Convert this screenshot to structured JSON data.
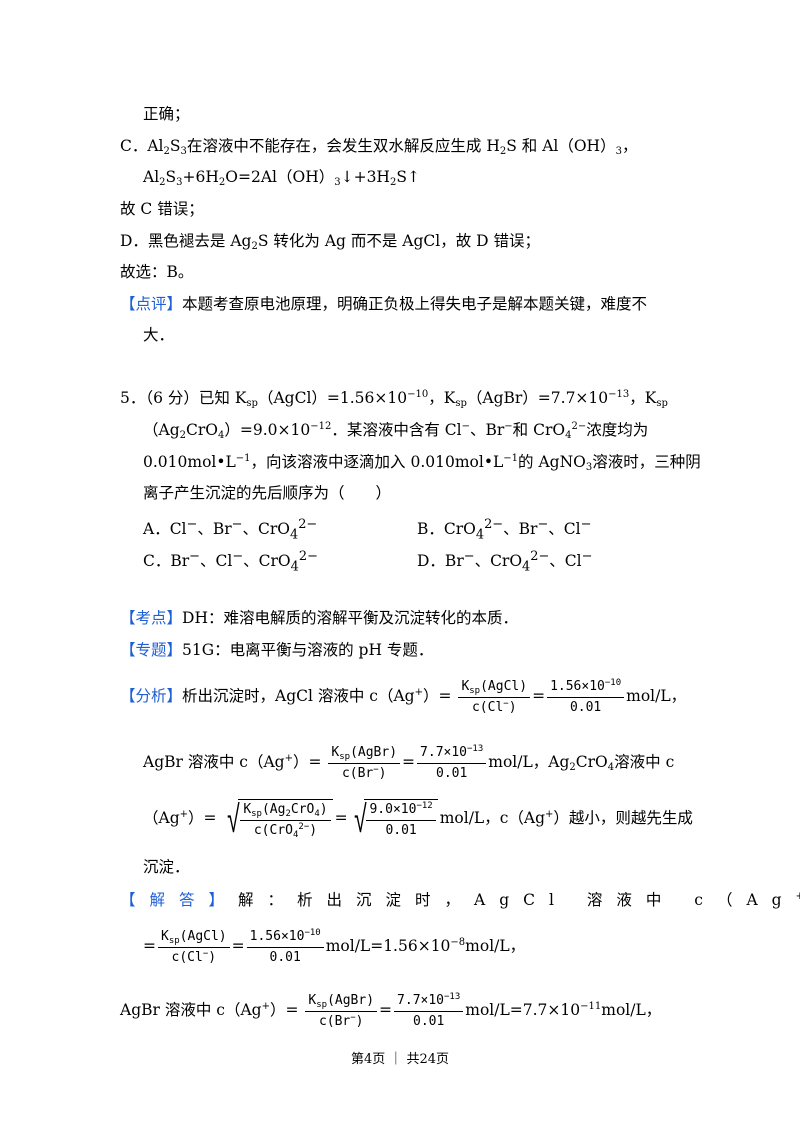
{
  "lines": {
    "l1": "正确；",
    "l2_a": "C．Al",
    "l2_b": "2",
    "l2_c": "S",
    "l2_d": "3",
    "l2_e": "在溶液中不能存在，会发生双水解反应生成 H",
    "l2_f": "2",
    "l2_g": "S 和 Al（OH）",
    "l2_h": "3",
    "l2_i": "，",
    "l3_a": "Al",
    "l3_b": "2",
    "l3_c": "S",
    "l3_d": "3",
    "l3_e": "+6H",
    "l3_f": "2",
    "l3_g": "O=2Al（OH）",
    "l3_h": "3",
    "l3_i": "↓+3H",
    "l3_j": "2",
    "l3_k": "S↑",
    "l4": "故 C 错误；",
    "l5_a": "D．黑色褪去是 Ag",
    "l5_b": "2",
    "l5_c": "S 转化为 Ag 而不是 AgCl，故 D 错误；",
    "l6": "故选：B。",
    "l7_tag": "【点评】",
    "l7_text": "本题考查原电池原理，明确正负极上得失电子是解本题关键，难度不",
    "l8": "大．"
  },
  "question": {
    "q1_a": "5．（6 分）已知 K",
    "q1_b": "sp",
    "q1_c": "（AgCl）=1.56×10",
    "q1_d": "−10",
    "q1_e": "，K",
    "q1_f": "sp",
    "q1_g": "（AgBr）=7.7×10",
    "q1_h": "−13",
    "q1_i": "，K",
    "q1_j": "sp",
    "q2_a": "（Ag",
    "q2_b": "2",
    "q2_c": "CrO",
    "q2_d": "4",
    "q2_e": "）=9.0×10",
    "q2_f": "−12",
    "q2_g": "．某溶液中含有 Cl",
    "q2_h": "−",
    "q2_i": "、Br",
    "q2_j": "−",
    "q2_k": "和 CrO",
    "q2_l": "4",
    "q2_m": "2−",
    "q2_n": "浓度均为",
    "q3_a": "0.010mol•L",
    "q3_b": "−1",
    "q3_c": "，向该溶液中逐滴加入 0.010mol•L",
    "q3_d": "−1",
    "q3_e": "的 AgNO",
    "q3_f": "3",
    "q3_g": "溶液时，三种阴",
    "q4": "离子产生沉淀的先后顺序为（　　）",
    "optA_a": "A．Cl",
    "optA_b": "−",
    "optA_c": "、Br",
    "optA_d": "−",
    "optA_e": "、CrO",
    "optA_f": "4",
    "optA_g": "2−",
    "optB_a": "B．CrO",
    "optB_b": "4",
    "optB_c": "2−",
    "optB_d": "、Br",
    "optB_e": "−",
    "optB_f": "、Cl",
    "optB_g": "−",
    "optC_a": "C．Br",
    "optC_b": "−",
    "optC_c": "、Cl",
    "optC_d": "−",
    "optC_e": "、CrO",
    "optC_f": "4",
    "optC_g": "2−",
    "optD_a": "D．Br",
    "optD_b": "−",
    "optD_c": "、CrO",
    "optD_d": "4",
    "optD_e": "2−",
    "optD_f": "、Cl",
    "optD_g": "−"
  },
  "analysis": {
    "kaodian_tag": "【考点】",
    "kaodian_text": "DH：难溶电解质的溶解平衡及沉淀转化的本质．",
    "zhuanti_tag": "【专题】",
    "zhuanti_text": "51G：电离平衡与溶液的 pH 专题．",
    "fenxi_tag": "【分析】",
    "fenxi_a": "析出沉淀时，AgCl 溶液中 c（Ag",
    "fenxi_b": "+",
    "fenxi_c": "）=",
    "f1_num_a": "K",
    "f1_num_b": "sp",
    "f1_num_c": "(AgCl)",
    "f1_den_a": "c(Cl",
    "f1_den_b": "−",
    "f1_den_c": ")",
    "eq": "=",
    "f2_num_a": "1.56×10",
    "f2_num_b": "−10",
    "f2_den": "0.01",
    "unit": "mol/L，",
    "fx2_a": "AgBr 溶液中 c（Ag",
    "fx2_b": "+",
    "fx2_c": "）=",
    "f3_num_a": "K",
    "f3_num_b": "sp",
    "f3_num_c": "(AgBr)",
    "f3_den_a": "c(Br",
    "f3_den_b": "−",
    "f3_den_c": ")",
    "f4_num_a": "7.7×10",
    "f4_num_b": "−13",
    "f4_den": "0.01",
    "fx2_d": "mol/L，Ag",
    "fx2_e": "2",
    "fx2_f": "CrO",
    "fx2_g": "4",
    "fx2_h": "溶液中 c",
    "fx3_a": "（Ag",
    "fx3_b": "+",
    "fx3_c": "）=",
    "f5_num_a": "K",
    "f5_num_b": "sp",
    "f5_num_c": "(Ag",
    "f5_num_d": "2",
    "f5_num_e": "CrO",
    "f5_num_f": "4",
    "f5_num_g": ")",
    "f5_den_a": "c(CrO",
    "f5_den_b": "4",
    "f5_den_c": "2−",
    "f5_den_d": ")",
    "f6_num_a": "9.0×10",
    "f6_num_b": "−12",
    "f6_den": "0.01",
    "fx3_d": "mol/L，c（Ag",
    "fx3_e": "+",
    "fx3_f": "）越小，则越先生成",
    "fx4": "沉淀．",
    "jieda_tag": "【解答】",
    "jieda_a": "解：析出沉淀时，AgCl 溶液中 c（Ag",
    "jieda_b": "+",
    "jieda_c": "）",
    "jd2_a": "=",
    "jd2_b": "mol/L=1.56×10",
    "jd2_c": "−8",
    "jd2_d": "mol/L，",
    "jd3_a": "AgBr 溶液中 c（Ag",
    "jd3_b": "+",
    "jd3_c": "）=",
    "jd3_d": "mol/L=7.7×10",
    "jd3_e": "−11",
    "jd3_f": "mol/L，"
  },
  "footer": {
    "text": "第4页 ｜ 共24页"
  }
}
